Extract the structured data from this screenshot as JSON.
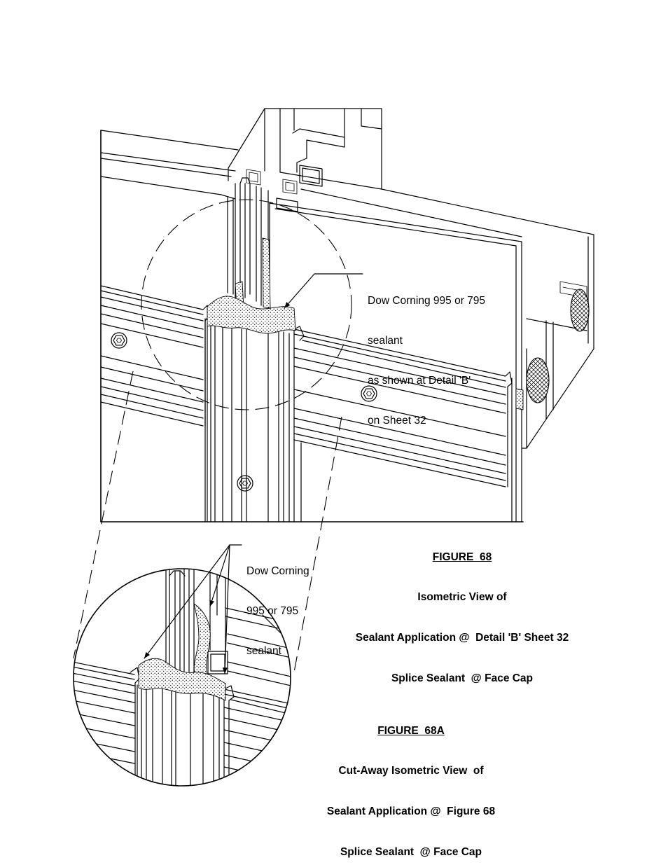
{
  "figure_68": {
    "callout": [
      "Dow Corning 995 or 795",
      "sealant",
      "as shown at Detail 'B'",
      "on Sheet 32"
    ],
    "caption": {
      "title": "FIGURE  68",
      "lines": [
        "Isometric View of",
        "Sealant Application @  Detail 'B' Sheet 32",
        "Splice Sealant  @ Face Cap"
      ]
    }
  },
  "figure_68a": {
    "callout": [
      "Dow Corning",
      "995 or 795",
      "sealant"
    ],
    "caption": {
      "title": "FIGURE  68A",
      "lines": [
        "Cut-Away Isometric View  of",
        "Sealant Application @  Figure 68",
        "Splice Sealant  @ Face Cap"
      ]
    }
  }
}
